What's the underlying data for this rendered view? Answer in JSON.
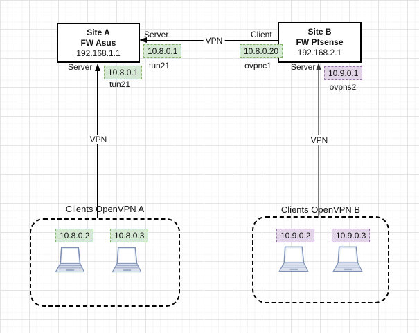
{
  "colors": {
    "net_10_8_fill": "#d5e8d4",
    "net_10_8_stroke": "#82b366",
    "net_10_9_fill": "#e1d5e7",
    "net_10_9_stroke": "#9673a6",
    "firewall_border": "#000000",
    "link_gray": "#7b7b7b"
  },
  "site_a": {
    "name": "Site A",
    "firewall": "FW Asus",
    "lan_ip": "192.168.1.1"
  },
  "site_b": {
    "name": "Site B",
    "firewall": "FW Pfsense",
    "lan_ip": "192.168.2.1"
  },
  "site_link": {
    "vpn_label": "VPN",
    "server_role": "Server",
    "server_tunnel_ip": "10.8.0.1",
    "server_interface": "tun21",
    "client_role": "Client",
    "client_tunnel_ip": "10.8.0.20",
    "client_interface": "ovpnc1"
  },
  "site_a_server": {
    "role": "Server",
    "tunnel_ip": "10.8.0.1",
    "interface": "tun21",
    "vpn_label": "VPN"
  },
  "site_b_server": {
    "role": "Server",
    "tunnel_ip": "10.9.0.1",
    "interface": "ovpns2",
    "vpn_label": "VPN"
  },
  "clients_a": {
    "title": "Clients OpenVPN A",
    "ips": [
      "10.8.0.2",
      "10.8.0.3"
    ]
  },
  "clients_b": {
    "title": "Clients OpenVPN B",
    "ips": [
      "10.9.0.2",
      "10.9.0.3"
    ]
  }
}
